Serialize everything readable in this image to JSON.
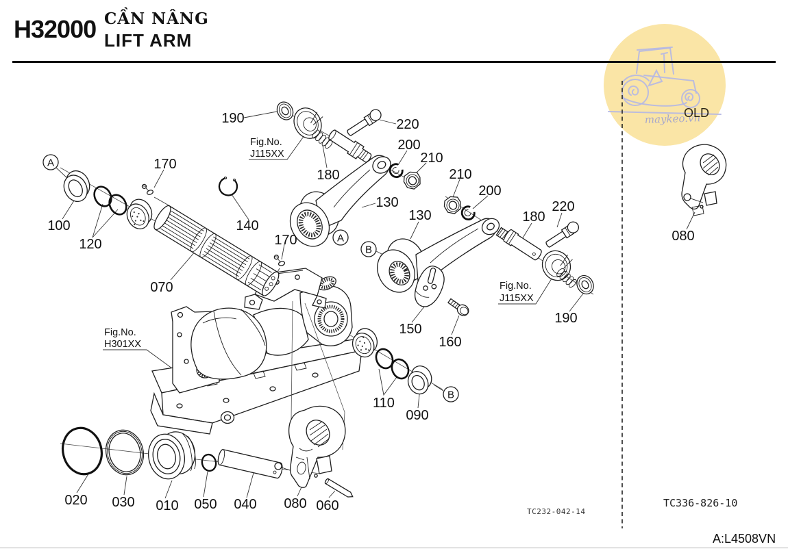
{
  "header": {
    "code": "H32000",
    "title_vi": "CẦN NÂNG",
    "title_en": "LIFT ARM"
  },
  "watermark": {
    "site": "maykeo.vn",
    "label_old": "OLD",
    "circle_color": "#FAE5A6",
    "sketch_color": "#B4B7E4"
  },
  "figure_refs": [
    {
      "line1": "Fig.No.",
      "line2": "J115XX"
    },
    {
      "line1": "Fig.No.",
      "line2": "H301XX"
    },
    {
      "line1": "Fig.No.",
      "line2": "J115XX"
    }
  ],
  "labels": [
    {
      "text": "190"
    },
    {
      "text": "220"
    },
    {
      "text": "200"
    },
    {
      "text": "210"
    },
    {
      "text": "180"
    },
    {
      "text": "130"
    },
    {
      "text": "140"
    },
    {
      "text": "170"
    },
    {
      "text": "100"
    },
    {
      "text": "120"
    },
    {
      "text": "070"
    },
    {
      "text": "170"
    },
    {
      "text": "210"
    },
    {
      "text": "200"
    },
    {
      "text": "130"
    },
    {
      "text": "180"
    },
    {
      "text": "220"
    },
    {
      "text": "190"
    },
    {
      "text": "150"
    },
    {
      "text": "160"
    },
    {
      "text": "110"
    },
    {
      "text": "090"
    },
    {
      "text": "020"
    },
    {
      "text": "030"
    },
    {
      "text": "010"
    },
    {
      "text": "050"
    },
    {
      "text": "040"
    },
    {
      "text": "080"
    },
    {
      "text": "060"
    },
    {
      "text": "080"
    }
  ],
  "view_markers": [
    {
      "text": "A"
    },
    {
      "text": "A"
    },
    {
      "text": "B"
    },
    {
      "text": "B"
    }
  ],
  "footer": {
    "code_left": "TC232-042-14",
    "code_right": "TC336-826-10",
    "page_code": "A:L4508VN"
  }
}
